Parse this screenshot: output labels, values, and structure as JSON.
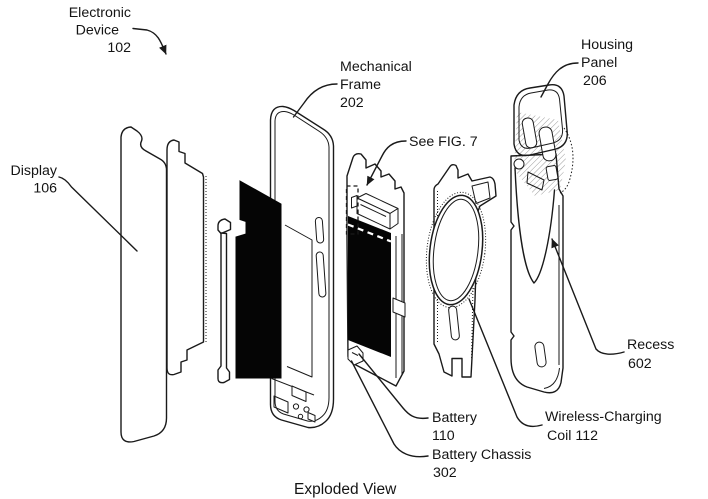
{
  "figure": {
    "caption": "Exploded View",
    "colors": {
      "line": "#1a1a1a",
      "background": "#ffffff",
      "battery_fill": "#050505"
    },
    "labels": {
      "electronic_device": {
        "l1": "Electronic",
        "l2": "Device",
        "l3": "102"
      },
      "display": {
        "l1": "Display",
        "l2": "106"
      },
      "mechanical_frame": {
        "l1": "Mechanical",
        "l2": "Frame",
        "l3": "202"
      },
      "see_fig": {
        "l1": "See FIG. 7"
      },
      "housing_panel": {
        "l1": "Housing",
        "l2": "Panel",
        "l3": "206"
      },
      "recess": {
        "l1": "Recess",
        "l2": "602"
      },
      "battery": {
        "l1": "Battery",
        "l2": "110"
      },
      "battery_chassis": {
        "l1": "Battery Chassis",
        "l2": "302"
      },
      "wireless_coil": {
        "l1": "Wireless-Charging",
        "l2": "Coil 112"
      }
    }
  }
}
